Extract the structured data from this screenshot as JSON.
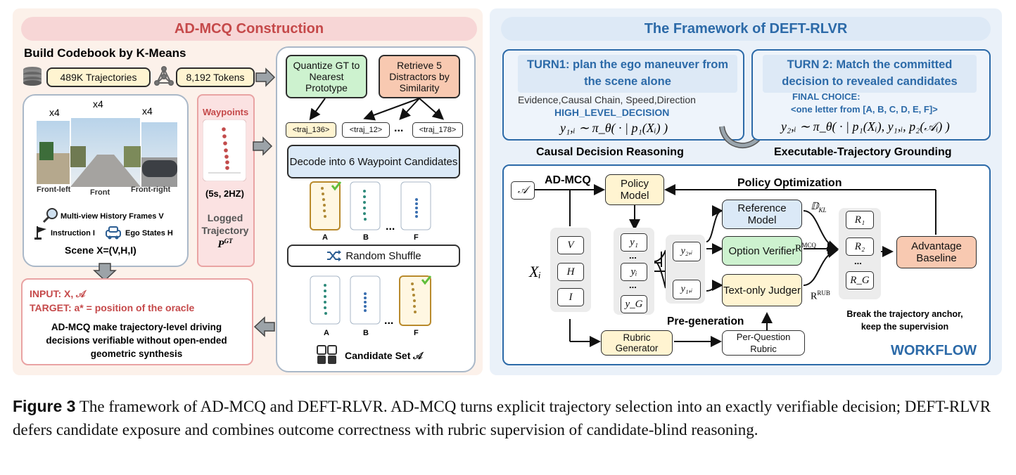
{
  "left": {
    "title": "AD-MCQ Construction",
    "codebook_title": "Build Codebook by K-Means",
    "trajectories": "489K  Trajectories",
    "tokens": "8,192 Tokens",
    "views": {
      "x4a": "x4",
      "x4b": "x4",
      "x4c": "x4",
      "front_left": "Front-left",
      "front": "Front",
      "front_right": "Front-right"
    },
    "scene": {
      "multi_view": "Multi-view History Frames V",
      "instruction": "Instruction I",
      "ego": "Ego States H",
      "scene_label": "Scene  X=(V,H,I)"
    },
    "waypoints": {
      "title": "Waypoints",
      "rate": "(5s, 2HZ)",
      "logged": "Logged",
      "trajectory": "Trajectory",
      "pgt": "P",
      "pgt_sup": "GT"
    },
    "quantize": "Quantize GT to Nearest Prototype",
    "retrieve": "Retrieve 5 Distractors by Similarity",
    "tokens_row": [
      "<traj_136>",
      "<traj_12>",
      "...",
      "<traj_178>"
    ],
    "decode": "Decode into 6 Waypoint Candidates",
    "cards_top": [
      "A",
      "B",
      "...",
      "F"
    ],
    "shuffle": "Random Shuffle",
    "cards_bottom": [
      "A",
      "B",
      "...",
      "F"
    ],
    "candidate_set": "Candidate Set 𝒜",
    "input_line": "INPUT: X, 𝒜",
    "target_line": "TARGET: a* = position of the oracle",
    "desc": "AD-MCQ make trajectory-level driving decisions verifiable without open-ended geometric synthesis"
  },
  "right": {
    "title": "The Framework of DEFT-RLVR",
    "turn1": {
      "title": "TURN1: plan the ego maneuver from the scene alone",
      "evidence": "Evidence,Causal Chain, Speed,Direction",
      "decision": "HIGH_LEVEL_DECISION",
      "formula": "y₁,ᵢ ∼ π_θ( · | p₁(Xᵢ) )"
    },
    "turn2": {
      "title": "TURN 2: Match the committed decision to revealed candidates",
      "final": "FINAL CHOICE:",
      "letter": "<one letter from [A, B, C, D, E, F]>",
      "formula": "y₂,ᵢ ∼ π_θ( · | p₁(Xᵢ), y₁,ᵢ, p₂(𝒜ᵢ) )"
    },
    "causal": "Causal Decision Reasoning",
    "grounding": "Executable-Trajectory Grounding",
    "workflow": {
      "a_label": "𝒜",
      "ad_mcq": "AD-MCQ",
      "policy_model": "Policy Model",
      "policy_opt": "Policy Optimization",
      "reference_model": "Reference Model",
      "dkl": "𝔻",
      "dkl_sub": "KL",
      "option_verifier": "Option Verifier",
      "rmcq": "R",
      "rmcq_sup": "MCQ",
      "text_judger": "Text-only Judger",
      "rrub": "R",
      "rrub_sup": "RUB",
      "xi": "Xᵢ",
      "v": "V",
      "h": "H",
      "i": "I",
      "ys": [
        "y₁",
        "...",
        "yᵢ",
        "...",
        "y_G"
      ],
      "y2i": "y₂,ᵢ",
      "y1i": "y₁,ᵢ",
      "rs": [
        "R₁",
        "R₂",
        "...",
        "R_G"
      ],
      "advantage": "Advantage Baseline",
      "break": "Break the trajectory anchor,",
      "keep": "keep the supervision",
      "pregen": "Pre-generation",
      "rubric_gen": "Rubric Generator",
      "per_question": "Per-Question Rubric",
      "label": "WORKFLOW"
    }
  },
  "caption": {
    "lead": "Figure 3",
    "text": "The framework of AD-MCQ and DEFT-RLVR. AD-MCQ turns explicit trajectory selection into an exactly verifiable decision; DEFT-RLVR defers candidate exposure and combines outcome correctness with rubric supervision of candidate-blind reasoning."
  },
  "colors": {
    "left_bg": "#fcf1ea",
    "right_bg": "#eaf1f9",
    "red_title": "#c5494a",
    "blue_title": "#2c6aa8",
    "yellow": "#fff4d1",
    "blue_box": "#dbe9f7",
    "green_box": "#cdf2cf",
    "orange_box": "#f8c9b1"
  }
}
